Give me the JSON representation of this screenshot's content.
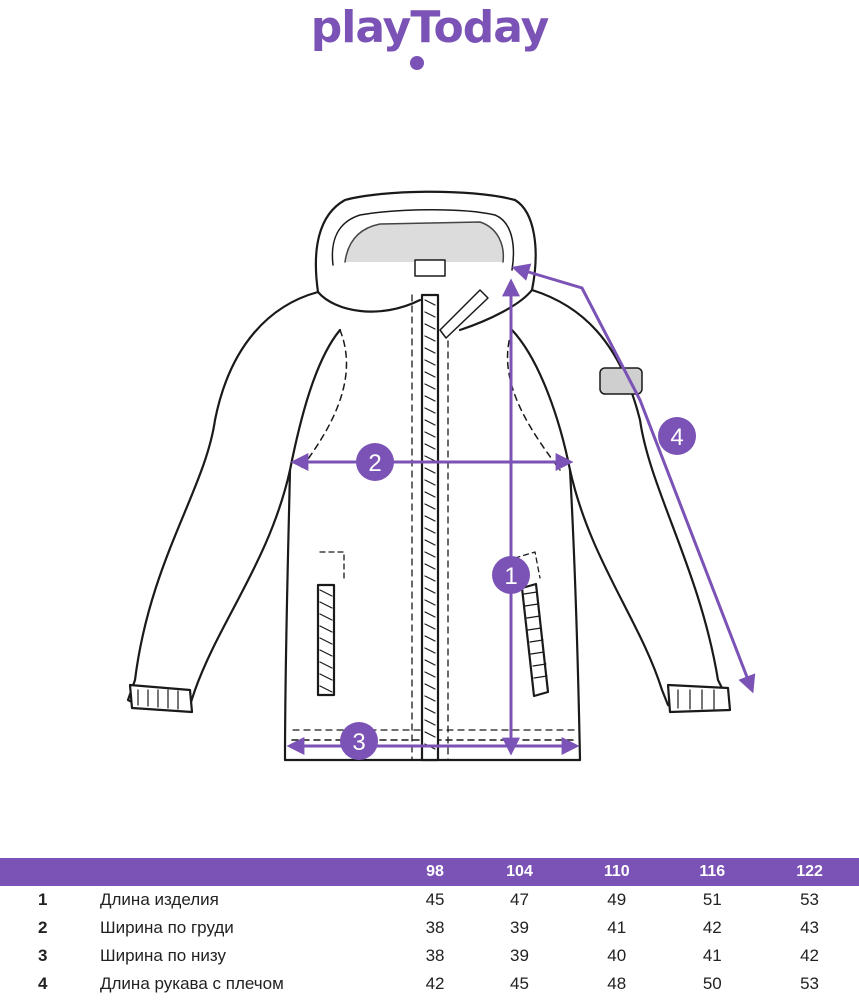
{
  "brand": {
    "logo_text": "playToday",
    "color": "#7b52b5"
  },
  "callouts": [
    "1",
    "2",
    "3",
    "4"
  ],
  "table": {
    "header_color": "#7b52b5",
    "sizes": [
      "98",
      "104",
      "110",
      "116",
      "122"
    ],
    "rows": [
      {
        "num": "1",
        "label": "Длина изделия",
        "values": [
          "45",
          "47",
          "49",
          "51",
          "53"
        ]
      },
      {
        "num": "2",
        "label": "Ширина по груди",
        "values": [
          "38",
          "39",
          "41",
          "42",
          "43"
        ]
      },
      {
        "num": "3",
        "label": "Ширина по низу",
        "values": [
          "38",
          "39",
          "40",
          "41",
          "42"
        ]
      },
      {
        "num": "4",
        "label": "Длина рукава с плечом",
        "values": [
          "42",
          "45",
          "48",
          "50",
          "53"
        ]
      }
    ]
  }
}
